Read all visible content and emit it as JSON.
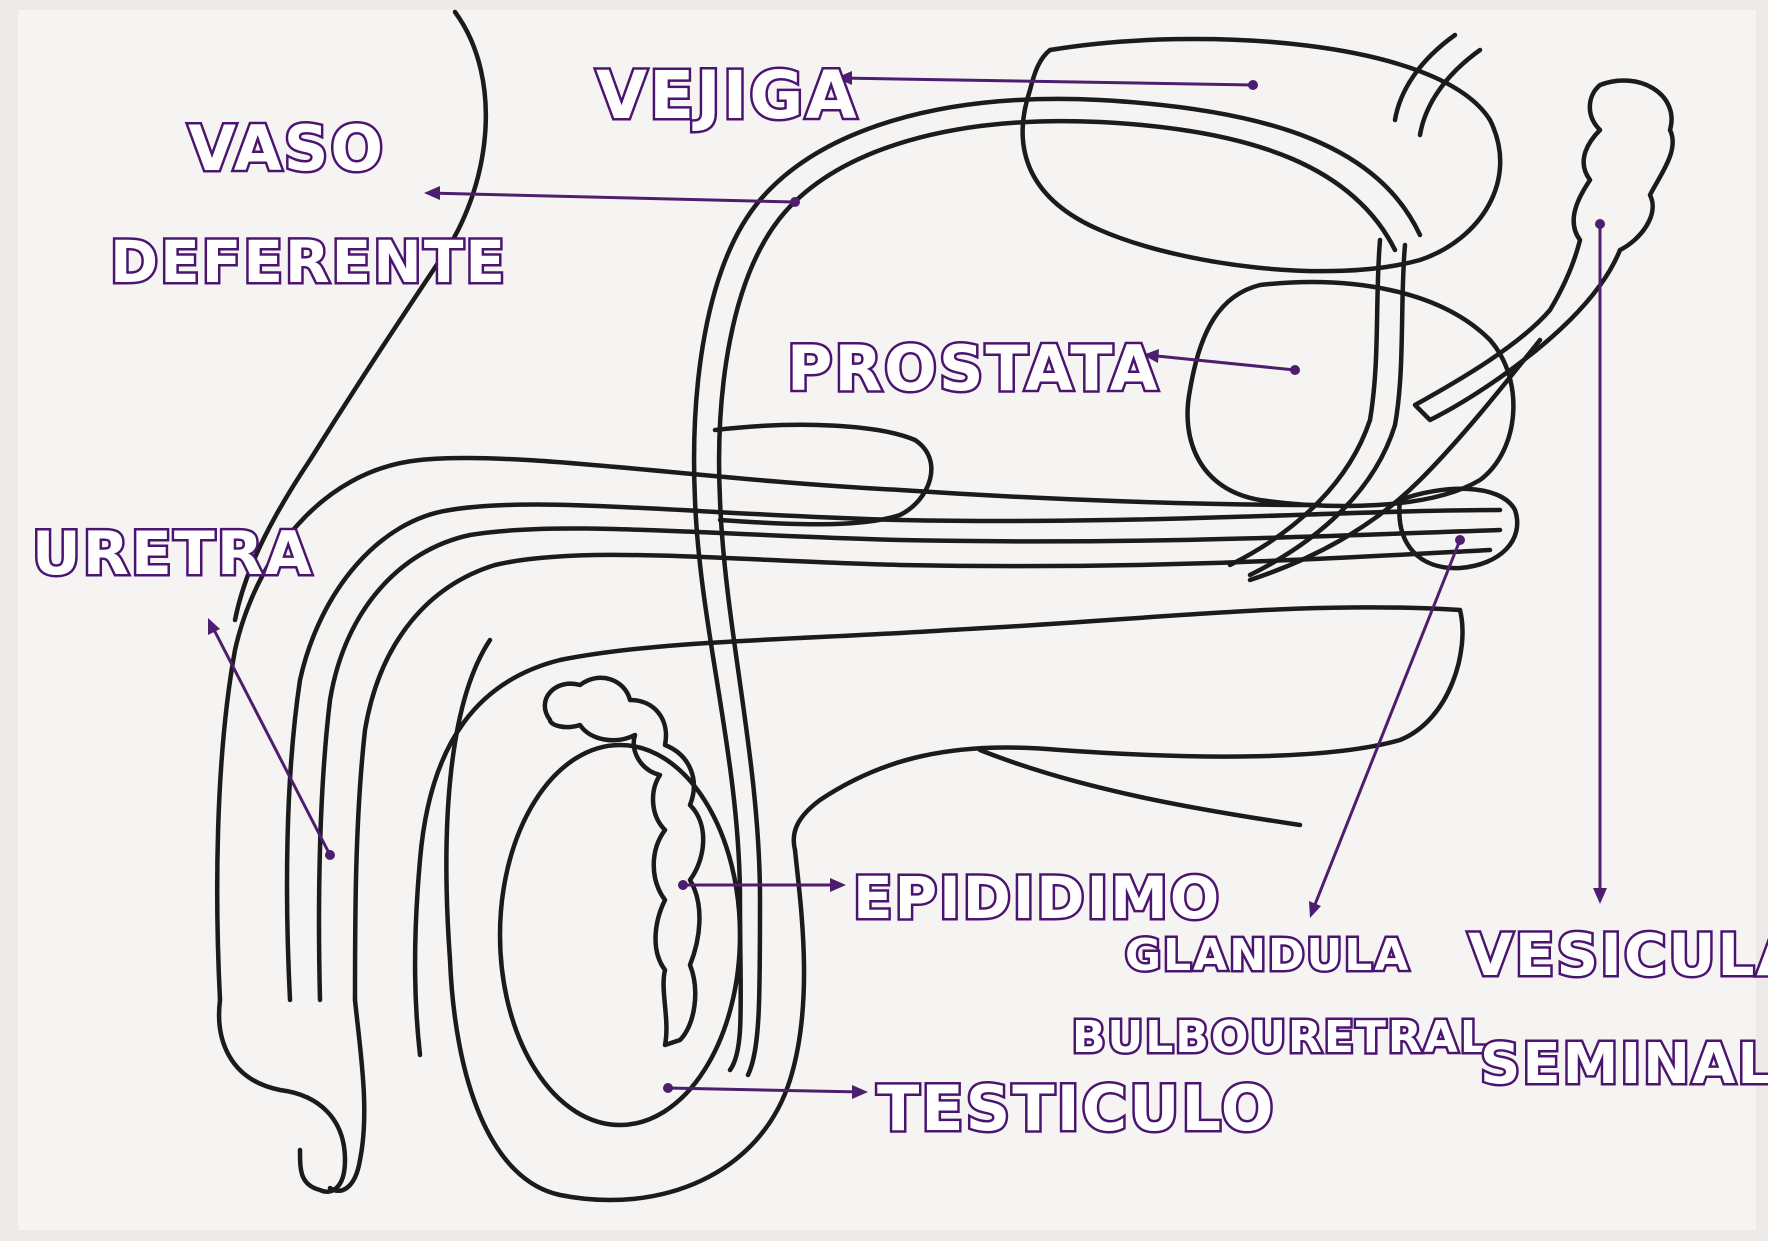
{
  "colors": {
    "background": "#f6f4f2",
    "frame": "#ece9e6",
    "outline": "#1b1b1b",
    "label_fill": "#ffffff",
    "label_stroke": "#4a1470",
    "pointer": "#4d1d6e"
  },
  "labels": {
    "vejiga": "VEJIGA",
    "vaso_line1": "VASO",
    "vaso_line2": "DEFERENTE",
    "prostata": "PROSTATA",
    "uretra": "URETRA",
    "epididimo": "EPIDIDIMO",
    "glandula_line1": "GLANDULA",
    "glandula_line2": "BULBOURETRAL",
    "vesicula_line1": "VESICULA",
    "vesicula_line2": "SEMINAL",
    "testiculo": "TESTICULO"
  }
}
